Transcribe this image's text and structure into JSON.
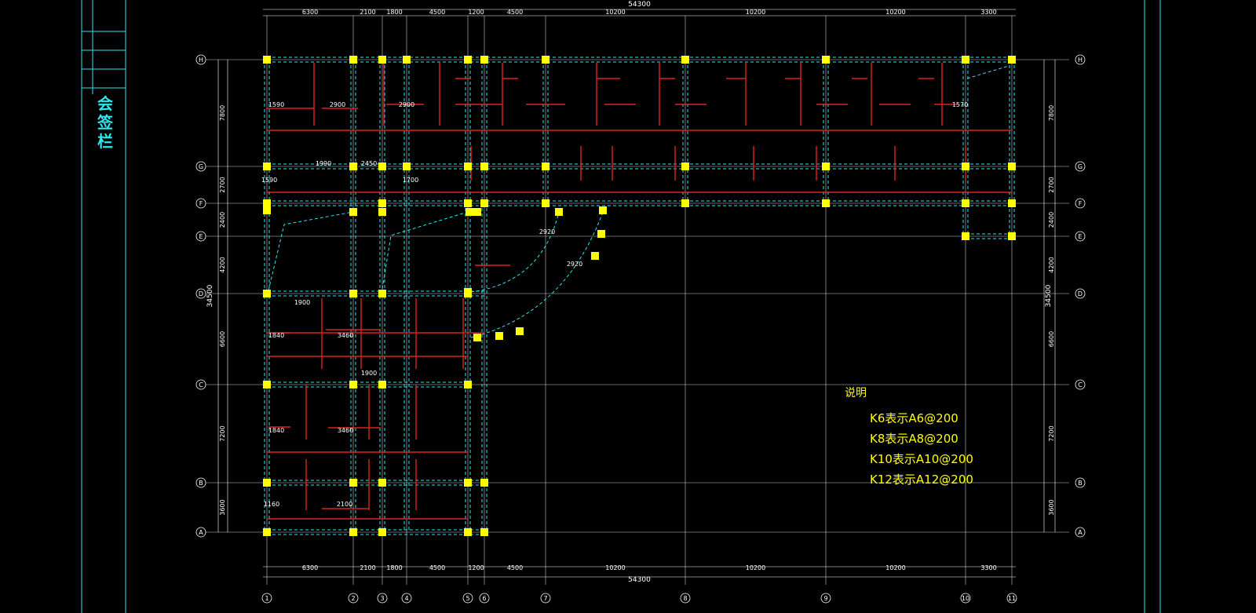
{
  "drawing": {
    "sign_column_label": "会签栏",
    "overall_top": "54300",
    "overall_bottom": "54300",
    "overall_left": "34500",
    "overall_right": "34500",
    "col_spans_top": [
      "6300",
      "2100",
      "1800",
      "4500",
      "1200",
      "4500",
      "10200",
      "10200",
      "10200",
      "3300"
    ],
    "col_spans_bottom": [
      "6300",
      "2100",
      "1800",
      "4500",
      "1200",
      "4500",
      "10200",
      "10200",
      "10200",
      "3300"
    ],
    "row_spans": [
      "7800",
      "2700",
      "2400",
      "4200",
      "6600",
      "7200",
      "3600"
    ],
    "col_axes": [
      "1",
      "2",
      "3",
      "4",
      "5",
      "6",
      "7",
      "8",
      "9",
      "10",
      "11"
    ],
    "row_axes": [
      "H",
      "G",
      "F",
      "E",
      "D",
      "C",
      "B",
      "A"
    ],
    "rebar_callouts": [
      "1590",
      "2900",
      "2900",
      "1570",
      "1590",
      "1900",
      "2920",
      "2920",
      "1900",
      "1840",
      "3460",
      "1840",
      "3460",
      "1160",
      "2100",
      "1700",
      "1990",
      "2450"
    ],
    "notes": {
      "title": "说明",
      "lines": [
        "K6表示A6@200",
        "K8表示A8@200",
        "K10表示A10@200",
        "K12表示A12@200"
      ]
    }
  },
  "colors": {
    "background": "#000000",
    "grid_line": "#ffffff",
    "beam_dash": "#2ee6ee",
    "rebar": "#e02020",
    "column": "#ffff00",
    "note_text": "#ffff00",
    "frame": "#2ee6ee"
  }
}
